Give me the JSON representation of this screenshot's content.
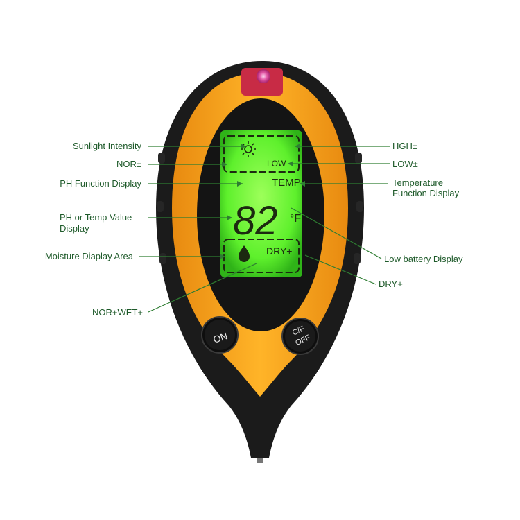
{
  "device": {
    "lcd_low": "LOW",
    "lcd_temp": "TEMP",
    "lcd_value": "82",
    "lcd_unit": "°F",
    "lcd_dry": "DRY+",
    "button_on": "ON",
    "button_cf_top": "C/F",
    "button_cf_bottom": "OFF",
    "colors": {
      "body": "#1b1b1b",
      "orange": "#f4a21c",
      "lcd": "#5ef02c",
      "leader": "#2e7d32"
    }
  },
  "labels": {
    "sunlight": "Sunlight Intensity",
    "nor": "NOR±",
    "ph_function": "PH Function Display",
    "ph_temp_1": "PH or Temp Value",
    "ph_temp_2": "Display",
    "moisture": "Moisture Diaplay Area",
    "nor_wet": "NOR+WET+",
    "hgh": "HGH±",
    "low": "LOW±",
    "temperature_1": "Temperature",
    "temperature_2": "Function Display",
    "low_battery": "Low battery Display",
    "dry": "DRY+"
  }
}
